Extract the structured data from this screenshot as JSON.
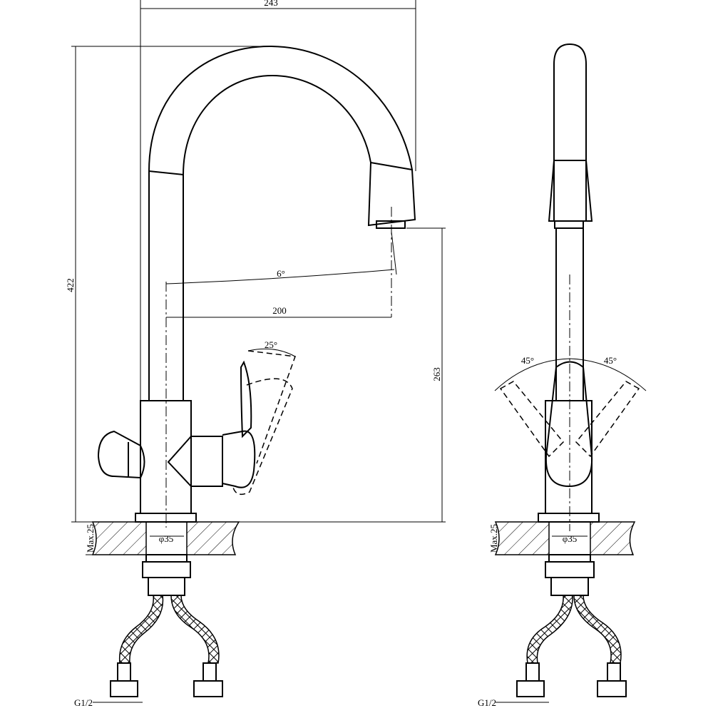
{
  "drawing": {
    "side_view": {
      "width_label": "243",
      "height_label": "422",
      "angle_label": "6°",
      "reach_label": "200",
      "lever_angle_label": "25°",
      "spout_height_label": "263",
      "hole_label": "φ35",
      "counter_label": "Max.25",
      "thread_label": "G1/2"
    },
    "front_view": {
      "left_angle_label": "45°",
      "right_angle_label": "45°",
      "hole_label": "φ35",
      "counter_label": "Max.25",
      "thread_label": "G1/2"
    },
    "line_color": "#000000"
  }
}
